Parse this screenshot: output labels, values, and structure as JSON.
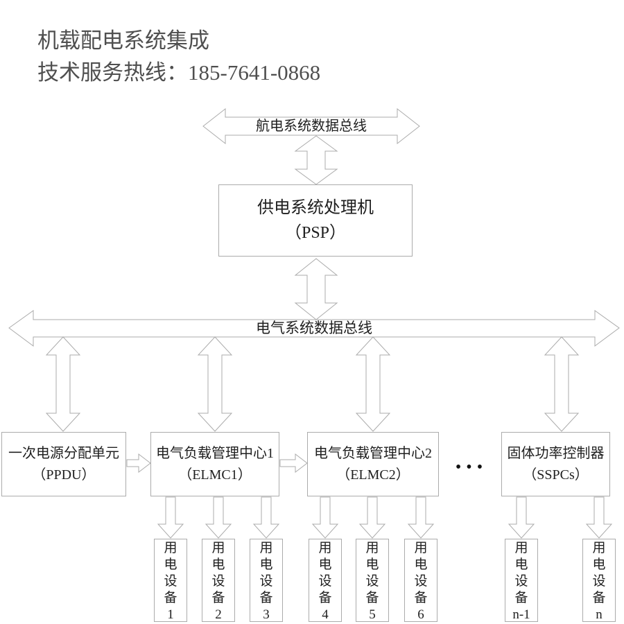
{
  "header": {
    "title": "机载配电系统集成",
    "hotline": "技术服务热线：185-7641-0868"
  },
  "buses": {
    "avionics": "航电系统数据总线",
    "electrical": "电气系统数据总线"
  },
  "psp": {
    "name": "供电系统处理机",
    "abbr": "（PSP）"
  },
  "units": [
    {
      "name": "一次电源分配单元",
      "abbr": "（PPDU）"
    },
    {
      "name": "电气负载管理中心1",
      "abbr": "（ELMC1）"
    },
    {
      "name": "电气负载管理中心2",
      "abbr": "（ELMC2）"
    },
    {
      "name": "固体功率控制器",
      "abbr": "（SSPCs）"
    }
  ],
  "ellipsis": "•••",
  "devices": [
    {
      "label": "用电设备",
      "num": "1"
    },
    {
      "label": "用电设备",
      "num": "2"
    },
    {
      "label": "用电设备",
      "num": "3"
    },
    {
      "label": "用电设备",
      "num": "4"
    },
    {
      "label": "用电设备",
      "num": "5"
    },
    {
      "label": "用电设备",
      "num": "6"
    },
    {
      "label": "用电设备",
      "num": "n-1"
    },
    {
      "label": "用电设备",
      "num": "n"
    }
  ],
  "colors": {
    "line": "#ababab",
    "text": "#1f1f1f",
    "header_text": "#4f4f4f",
    "background": "#ffffff"
  }
}
